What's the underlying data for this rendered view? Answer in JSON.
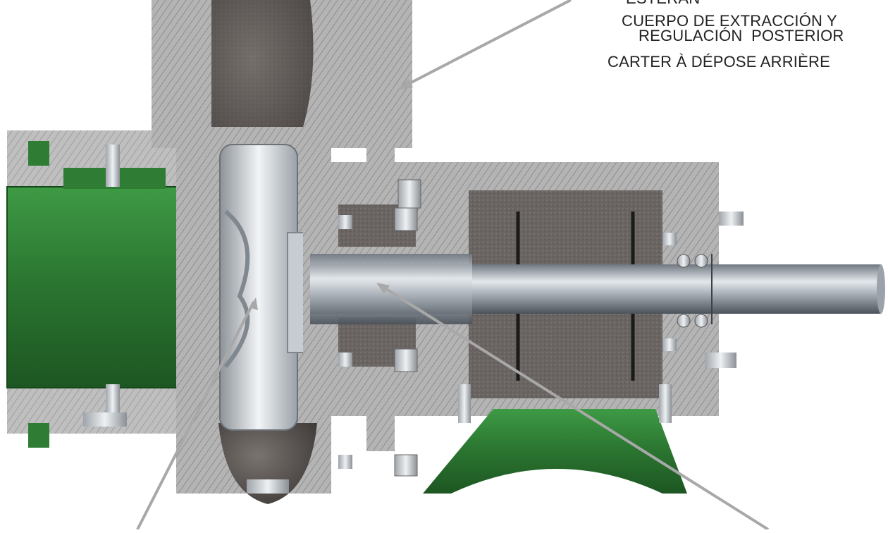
{
  "labels": {
    "partial_top": "ESTERAN",
    "spanish_line1": "CUERPO DE EXTRACCIÓN Y",
    "spanish_line2": "REGULACIÓN  POSTERIOR",
    "french": "CARTER À DÉPOSE ARRIÈRE"
  },
  "colors": {
    "background": "#ffffff",
    "casing_green": "#2f7d35",
    "cast_grey": "#a9a9a9",
    "steel": "#c9cdd2",
    "leader_line": "#a8a8a8"
  },
  "icons": [
    "pump-cross-section",
    "leader-arrow"
  ]
}
